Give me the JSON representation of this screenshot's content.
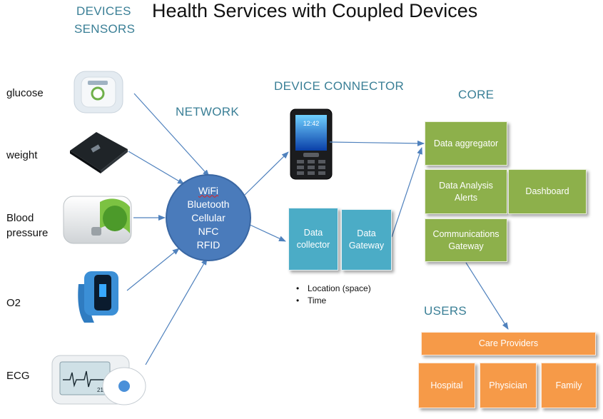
{
  "title": "Health Services with Coupled Devices",
  "headings": {
    "devices_sensors": [
      "DEVICES",
      "SENSORS"
    ],
    "network": "NETWORK",
    "device_connector": "DEVICE CONNECTOR",
    "core": "CORE",
    "users": "USERS"
  },
  "sensors": {
    "glucose": "glucose",
    "weight": "weight",
    "blood_pressure": [
      "Blood",
      "pressure"
    ],
    "o2": "O2",
    "ecg": "ECG"
  },
  "network_types": [
    "WiFi",
    "Bluetooth",
    "Cellular",
    "NFC",
    "RFID"
  ],
  "connector": {
    "data_collector": [
      "Data",
      "collector"
    ],
    "data_gateway": [
      "Data",
      "Gateway"
    ],
    "bullets": [
      "Location (space)",
      "Time"
    ],
    "phone_clock": "12:42"
  },
  "core": {
    "data_aggregator": "Data aggregator",
    "data_analysis": [
      "Data Analysis",
      "Alerts"
    ],
    "dashboard": "Dashboard",
    "communications": [
      "Communications",
      "Gateway"
    ]
  },
  "users": {
    "care_providers": "Care Providers",
    "hospital": "Hospital",
    "physician": "Physician",
    "family": "Family"
  },
  "device_text": {
    "ecg_reading": "21"
  },
  "colors": {
    "heading": "#3a7f96",
    "core_green": "#8db04b",
    "connector_blue": "#4bacc6",
    "users_orange": "#f69a48",
    "network_circle": "#4a7bbb",
    "arrow": "#4f81bd"
  }
}
